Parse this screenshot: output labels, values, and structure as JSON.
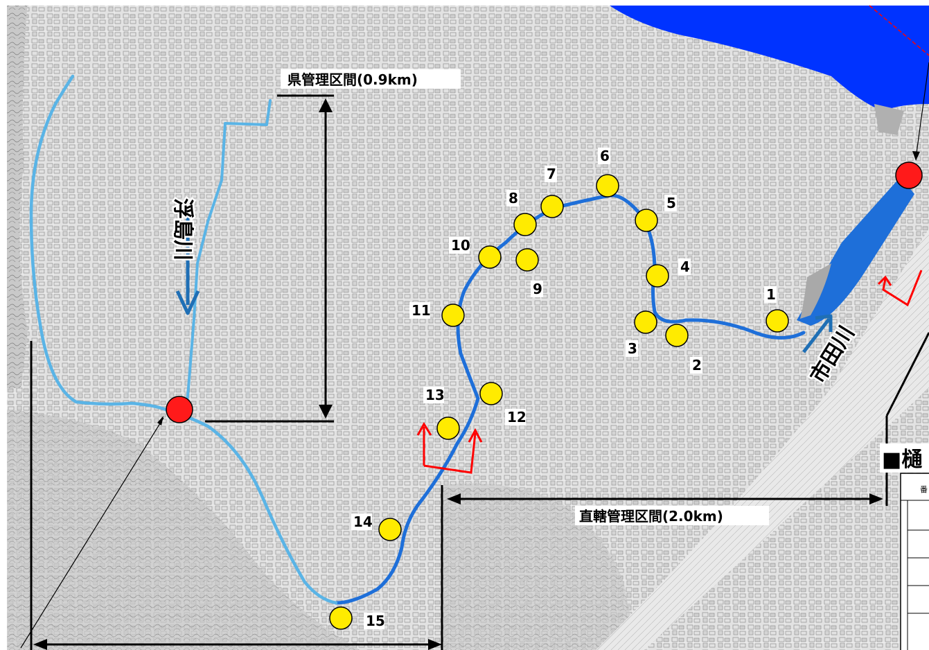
{
  "map": {
    "colors": {
      "background": "#d9d9d9",
      "sea": "#0033ff",
      "river_direct": "#1e6fd9",
      "river_prefecture": "#5ab4e6",
      "marker_sluice": "#ffeb00",
      "marker_red": "#ff1a1a",
      "flow_arrow": "#1f6fb5",
      "section_line": "#000000",
      "red_arrow": "#ff0000"
    },
    "sections": {
      "prefecture": "県管理区間(0.9km)",
      "direct": "直轄管理区間(2.0km)"
    },
    "rivers": {
      "ukishima": "浮島川",
      "ichida": "市田川"
    },
    "legend_title": "■樋",
    "legend_table_header": "番",
    "markers": [
      {
        "id": "1",
        "label": "1",
        "icon": "yellow-circle"
      },
      {
        "id": "2",
        "label": "2",
        "icon": "yellow-circle"
      },
      {
        "id": "3",
        "label": "3",
        "icon": "yellow-circle"
      },
      {
        "id": "4",
        "label": "4",
        "icon": "yellow-circle"
      },
      {
        "id": "5",
        "label": "5",
        "icon": "yellow-circle"
      },
      {
        "id": "6",
        "label": "6",
        "icon": "yellow-circle"
      },
      {
        "id": "7",
        "label": "7",
        "icon": "yellow-circle"
      },
      {
        "id": "8",
        "label": "8",
        "icon": "yellow-circle"
      },
      {
        "id": "9",
        "label": "9",
        "icon": "yellow-circle"
      },
      {
        "id": "10",
        "label": "10",
        "icon": "yellow-circle"
      },
      {
        "id": "11",
        "label": "11",
        "icon": "yellow-circle"
      },
      {
        "id": "12",
        "label": "12",
        "icon": "yellow-circle"
      },
      {
        "id": "13",
        "label": "13",
        "icon": "yellow-circle"
      },
      {
        "id": "14",
        "label": "14",
        "icon": "yellow-circle"
      },
      {
        "id": "15",
        "label": "15",
        "icon": "yellow-circle"
      }
    ]
  }
}
